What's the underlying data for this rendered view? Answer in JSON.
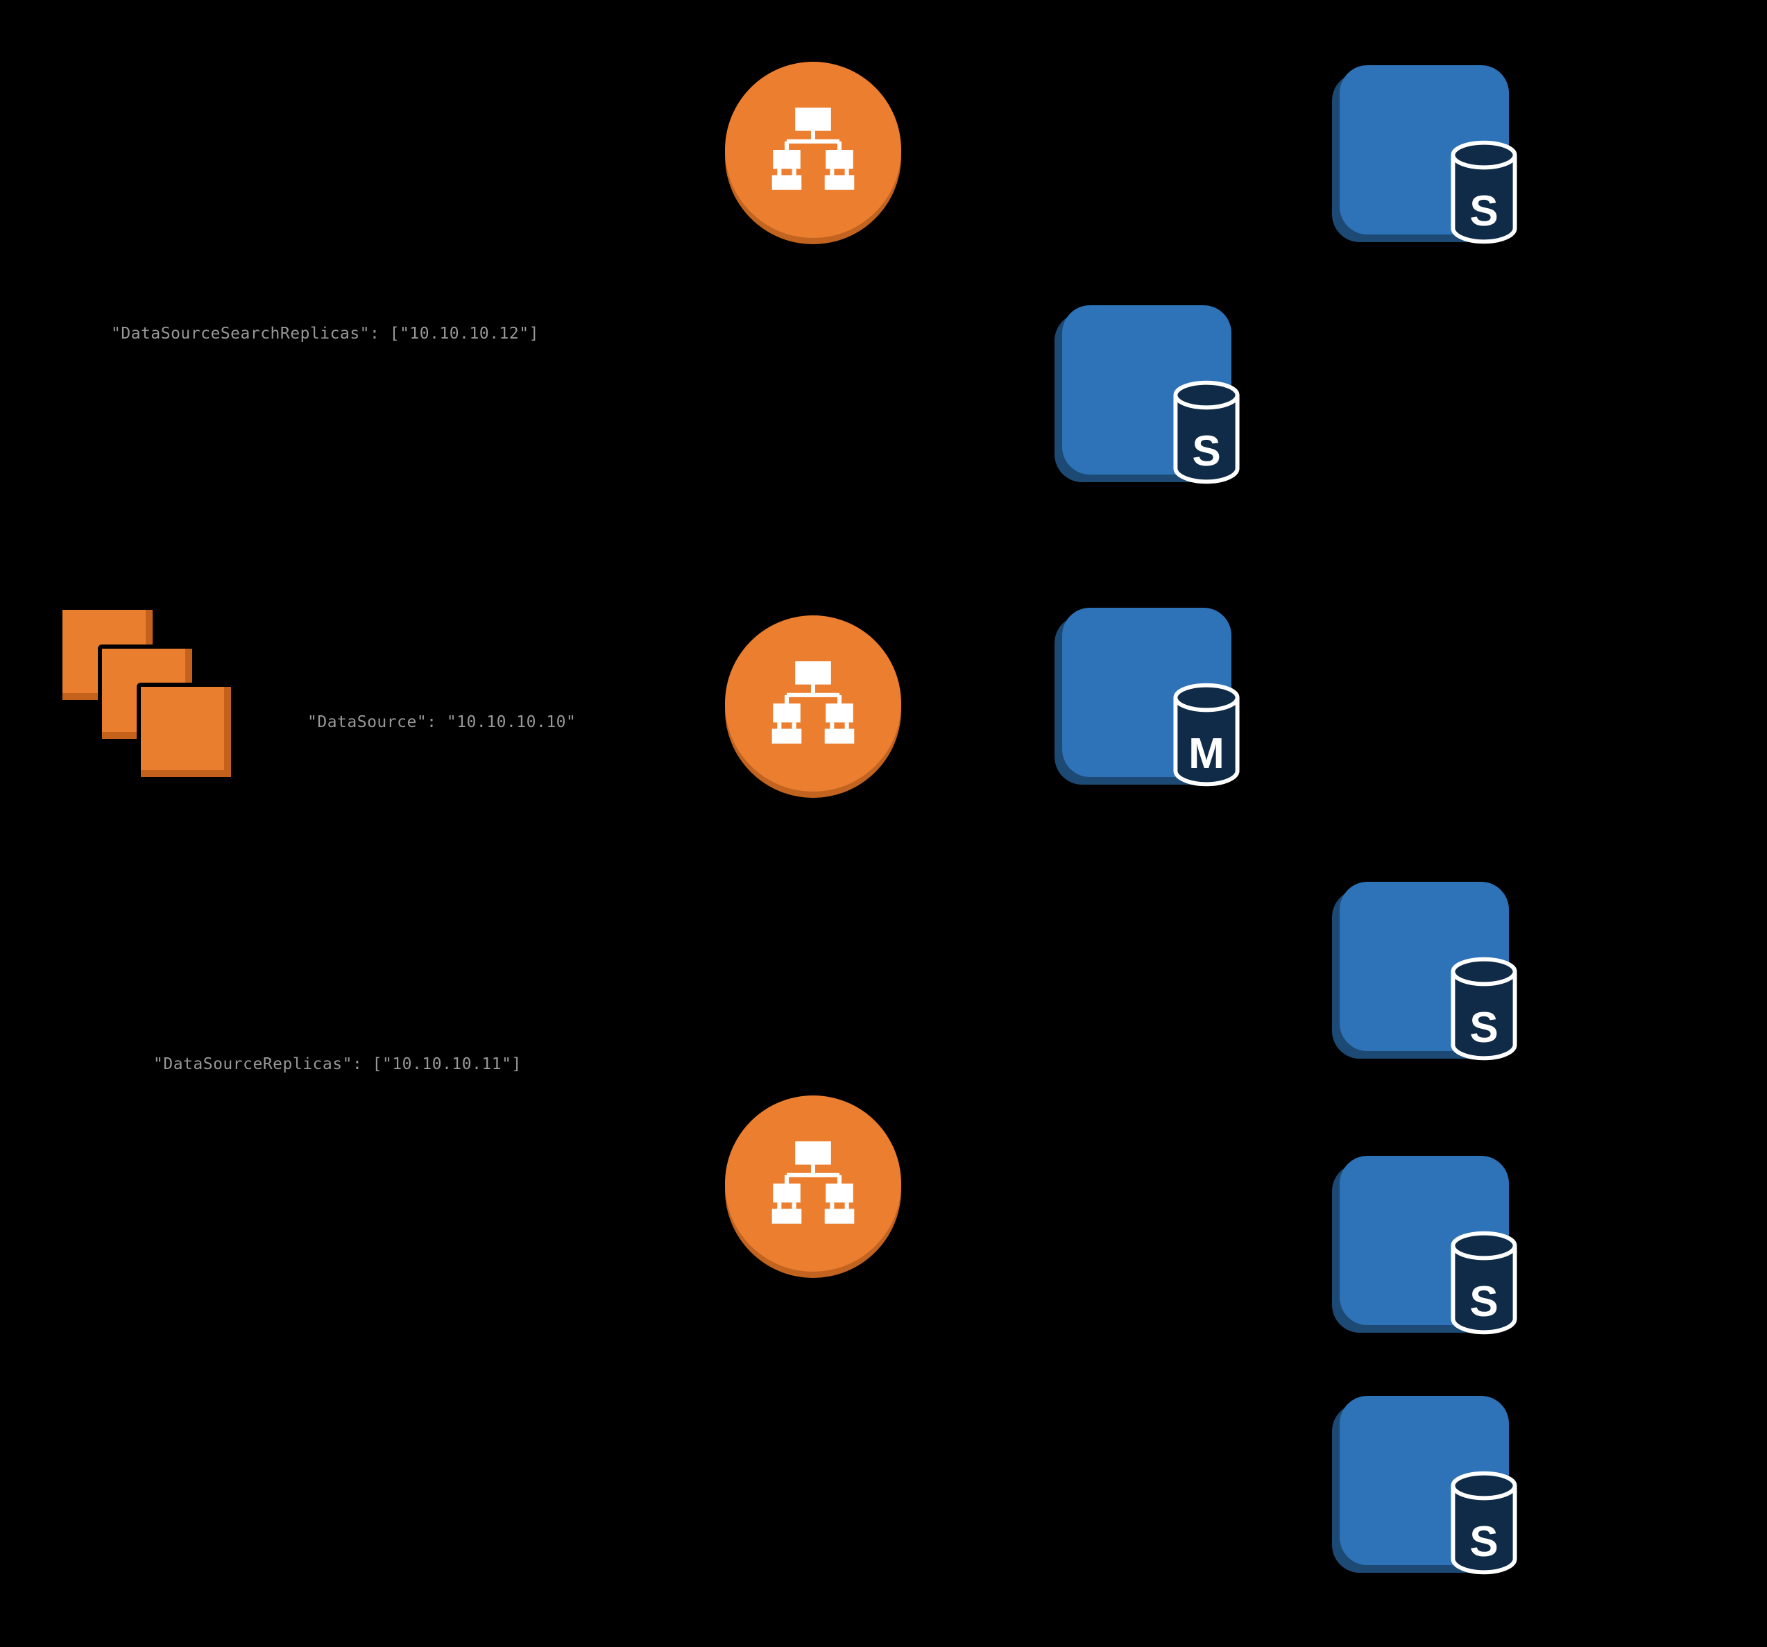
{
  "diagram": {
    "background": "#000000",
    "labels": {
      "search_replicas": "\"DataSourceSearchReplicas\": [\"10.10.10.12\"]",
      "datasource": "\"DataSource\": \"10.10.10.10\"",
      "replicas": "\"DataSourceReplicas\": [\"10.10.10.11\"]"
    },
    "nodes": {
      "routers": [
        {
          "name": "query-router-top"
        },
        {
          "name": "query-router-middle"
        },
        {
          "name": "query-router-bottom"
        }
      ],
      "databases": [
        {
          "role": "search-replica",
          "letter": "S"
        },
        {
          "role": "search-replica",
          "letter": "S"
        },
        {
          "role": "master",
          "letter": "M"
        },
        {
          "role": "replica",
          "letter": "S"
        },
        {
          "role": "replica",
          "letter": "S"
        },
        {
          "role": "replica",
          "letter": "S"
        }
      ],
      "app_stack": {
        "description": "stacked application servers",
        "count": 3
      }
    },
    "icons": {
      "router": "sitemap-hierarchy-icon",
      "database": "database-cylinder-icon",
      "app_stack": "stacked-instances-icon"
    },
    "colors": {
      "orange": "#EC7E2F",
      "orange_shadow": "#C2641F",
      "stack_orange": "#E87E2E",
      "stack_orange_shadow": "#C4621C",
      "blue": "#2E73B8",
      "blue_shadow": "#1D4A74",
      "cylinder_fill": "#0F2B47",
      "label_gray": "#989898"
    }
  }
}
